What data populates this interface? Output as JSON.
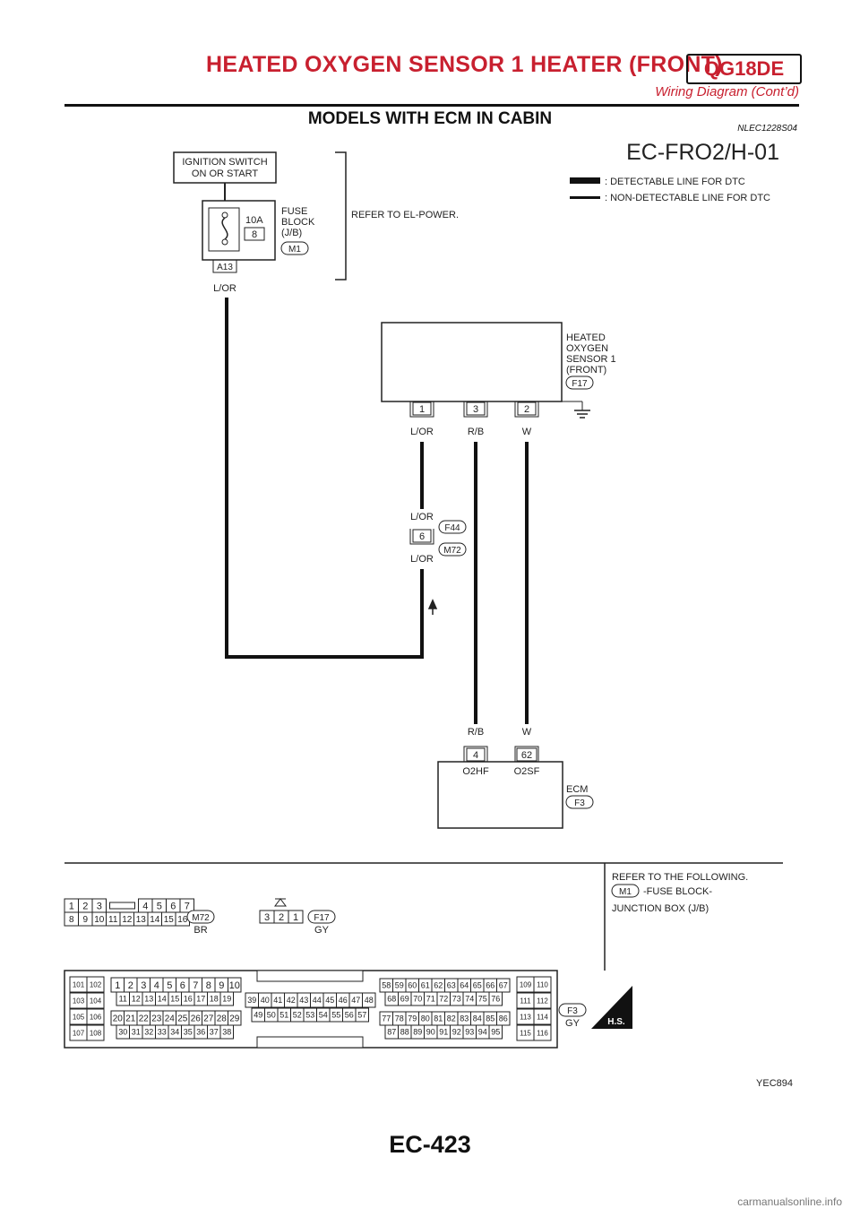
{
  "header": {
    "title": "HEATED OXYGEN SENSOR 1 HEATER (FRONT)",
    "engine": "QG18DE",
    "subtitle": "Wiring Diagram (Cont’d)"
  },
  "section": {
    "title": "MODELS WITH ECM IN CABIN",
    "code": "NLEC1228S04"
  },
  "diagram": {
    "id": "EC-FRO2/H-01",
    "legend": [
      ": DETECTABLE LINE FOR DTC",
      ": NON-DETECTABLE LINE FOR DTC"
    ],
    "ignition_switch": [
      "IGNITION SWITCH",
      "ON OR START"
    ],
    "fuse": {
      "rating": "10A",
      "number": "8",
      "label": [
        "FUSE",
        "BLOCK",
        "(J/B)"
      ],
      "connector": "M1",
      "terminal": "A13",
      "wire": "L/OR"
    },
    "refer_power": "REFER TO EL-POWER.",
    "sensor": {
      "label": [
        "HEATED",
        "OXYGEN",
        "SENSOR 1",
        "(FRONT)"
      ],
      "connector": "F17",
      "pins": [
        "1",
        "3",
        "2"
      ],
      "wires": [
        "L/OR",
        "R/B",
        "W"
      ]
    },
    "joint": {
      "wire_top": "L/OR",
      "pin": "6",
      "wire_bottom": "L/OR",
      "conn_a": "F44",
      "conn_b": "M72"
    },
    "ecm": {
      "label": "ECM",
      "connector": "F3",
      "wires": [
        "R/B",
        "W"
      ],
      "pins": [
        "4",
        "62"
      ],
      "pin_names": [
        "O2HF",
        "O2SF"
      ]
    },
    "refer": {
      "title": "REFER TO THE FOLLOWING.",
      "connector": "M1",
      "text": "-FUSE BLOCK-",
      "text2": "JUNCTION BOX (J/B)"
    },
    "conn_m72": {
      "name": "M72",
      "color": "BR",
      "row1": [
        "1",
        "2",
        "3",
        "4",
        "5",
        "6",
        "7"
      ],
      "row2": [
        "8",
        "9",
        "10",
        "11",
        "12",
        "13",
        "14",
        "15",
        "16"
      ]
    },
    "conn_f17": {
      "name": "F17",
      "color": "GY",
      "pins": [
        "3",
        "2",
        "1"
      ]
    },
    "conn_f3": {
      "name": "F3",
      "color": "GY",
      "left_block": [
        [
          "101",
          "102"
        ],
        [
          "103",
          "104"
        ],
        [
          "105",
          "106"
        ],
        [
          "107",
          "108"
        ]
      ],
      "r1": [
        "1",
        "2",
        "3",
        "4",
        "5",
        "6",
        "7",
        "8",
        "9",
        "10"
      ],
      "r2": [
        "11",
        "12",
        "13",
        "14",
        "15",
        "16",
        "17",
        "18",
        "19"
      ],
      "r3": [
        "20",
        "21",
        "22",
        "23",
        "24",
        "25",
        "26",
        "27",
        "28",
        "29"
      ],
      "r4": [
        "30",
        "31",
        "32",
        "33",
        "34",
        "35",
        "36",
        "37",
        "38"
      ],
      "m1": [
        "39",
        "40",
        "41",
        "42",
        "43",
        "44",
        "45",
        "46",
        "47",
        "48"
      ],
      "m2": [
        "49",
        "50",
        "51",
        "52",
        "53",
        "54",
        "55",
        "56",
        "57"
      ],
      "k1": [
        "58",
        "59",
        "60",
        "61",
        "62",
        "63",
        "64",
        "65",
        "66",
        "67"
      ],
      "k2": [
        "68",
        "69",
        "70",
        "71",
        "72",
        "73",
        "74",
        "75",
        "76"
      ],
      "k3": [
        "77",
        "78",
        "79",
        "80",
        "81",
        "82",
        "83",
        "84",
        "85",
        "86"
      ],
      "k4": [
        "87",
        "88",
        "89",
        "90",
        "91",
        "92",
        "93",
        "94",
        "95"
      ],
      "right_block": [
        [
          "109",
          "110"
        ],
        [
          "111",
          "112"
        ],
        [
          "113",
          "114"
        ],
        [
          "115",
          "116"
        ]
      ]
    },
    "hs_badge": "H.S.",
    "ref_code": "YEC894"
  },
  "page_number": "EC-423",
  "watermark": "carmanualsonline.info"
}
